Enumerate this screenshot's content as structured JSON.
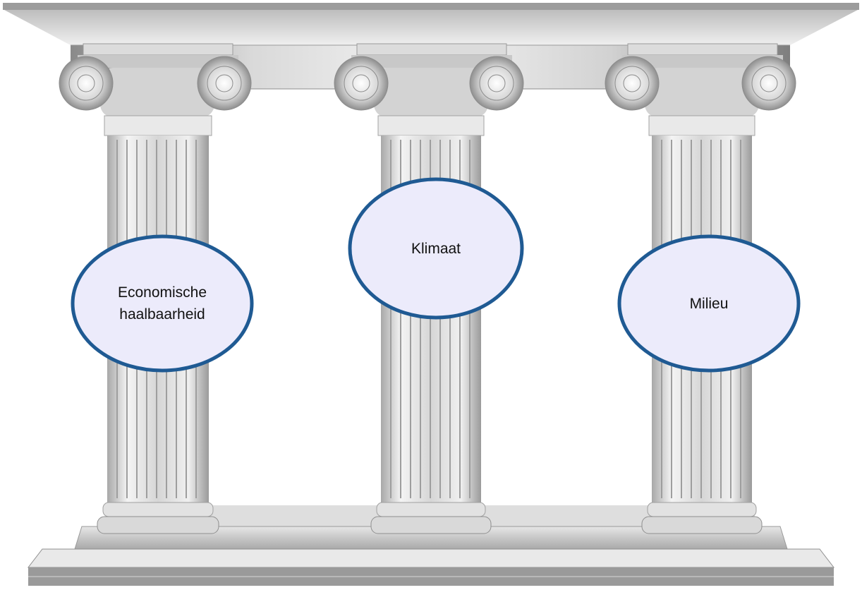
{
  "colors": {
    "ellipse_fill": "#ecebfb",
    "ellipse_stroke": "#1f5a93",
    "stone_light": "#f2f2f2",
    "stone_mid": "#c9c9c9",
    "stone_dark": "#7f7f7f",
    "label_text": "#111111"
  },
  "pillars": [
    {
      "label": "Economische\nhaalbaarheid"
    },
    {
      "label": "Klimaat"
    },
    {
      "label": "Milieu"
    }
  ]
}
